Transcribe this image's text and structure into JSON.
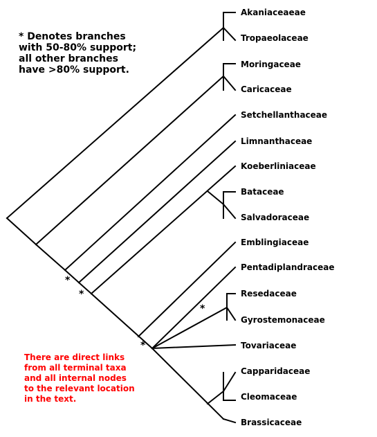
{
  "legend": "* Denotes branches\nwith 50-80% support;\nall other branches\nhave >80% support.",
  "link_note": "There are direct links\nfrom all terminal taxa\nand all internal nodes\nto the relevant location\nin the text.",
  "colors": {
    "branch": "#000000",
    "note_text": "#ff0000",
    "label_text": "#000000"
  },
  "support_marker": "*",
  "taxa": [
    "Akaniaceaeae",
    "Tropaeolaceae",
    "Moringaceae",
    "Caricaceae",
    "Setchellanthaceae",
    "Limnanthaceae",
    "Koeberliniaceae",
    "Bataceae",
    "Salvadoraceae",
    "Emblingiaceae",
    "Pentadiplandraceae",
    "Resedaceae",
    "Gyrostemonaceae",
    "Tovariaceae",
    "Capparidaceae",
    "Cleomaceae",
    "Brassicaceae"
  ]
}
